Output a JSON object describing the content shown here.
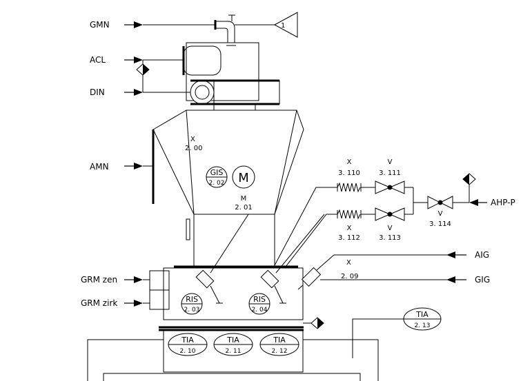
{
  "lines": {
    "gmn": "GMN",
    "acl": "ACL",
    "din": "DIN",
    "amn": "AMN",
    "grm_zen": "GRM zen",
    "grm_zirk": "GRM zirk",
    "aig": "AIG",
    "gig": "GIG",
    "ahp_p": "AHP-P"
  },
  "silencer": "1",
  "equipment": {
    "vessel": {
      "letter": "X",
      "number": "2. 00"
    },
    "motor": {
      "symbol": "M",
      "letter": "M",
      "number": "2. 01"
    },
    "sensor_209": {
      "letter": "X",
      "number": "2. 09"
    },
    "silencer_3110": {
      "letter": "X",
      "number": "3. 110"
    },
    "silencer_3112": {
      "letter": "X",
      "number": "3. 112"
    },
    "valve_3111": {
      "letter": "V",
      "number": "3. 111"
    },
    "valve_3113": {
      "letter": "V",
      "number": "3. 113"
    },
    "valve_3114": {
      "letter": "V",
      "number": "3. 114"
    }
  },
  "instruments": {
    "gis_202": {
      "function": "GIS",
      "number": "2. 02"
    },
    "ris_203": {
      "function": "RIS",
      "number": "2. 03"
    },
    "ris_204": {
      "function": "RIS",
      "number": "2. 04"
    },
    "tia_210": {
      "function": "TIA",
      "number": "2. 10"
    },
    "tia_211": {
      "function": "TIA",
      "number": "2. 11"
    },
    "tia_212": {
      "function": "TIA",
      "number": "2. 12"
    },
    "tia_213": {
      "function": "TIA",
      "number": "2. 13"
    }
  }
}
